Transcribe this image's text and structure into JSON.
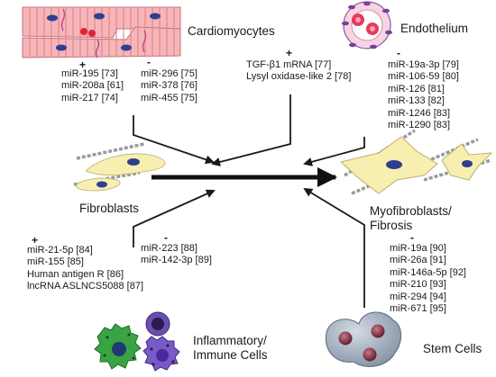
{
  "cells": {
    "cardiomyocytes": "Cardiomyocytes",
    "endothelium": "Endothelium",
    "fibroblasts": "Fibroblasts",
    "myofibroblasts": [
      "Myofibroblasts/",
      "Fibrosis"
    ],
    "inflammatory": [
      "Inflammatory/",
      "Immune Cells"
    ],
    "stem_cells": "Stem Cells"
  },
  "signs": {
    "cardio_plus": "+",
    "cardio_minus": "-",
    "center_plus": "+",
    "endo_minus": "-",
    "immune_plus": "+",
    "immune_minus": "-",
    "stem_minus": "-"
  },
  "lists": {
    "cardio_plus": [
      "miR-195 [73]",
      "miR-208a [61]",
      "miR-217 [74]"
    ],
    "cardio_minus": [
      "miR-296 [75]",
      "miR-378 [76]",
      "miR-455 [75]"
    ],
    "center_plus": [
      "TGF-β1 mRNA [77]",
      "Lysyl oxidase-like 2 [78]"
    ],
    "endo_minus": [
      "miR-19a-3p [79]",
      "miR-106-59 [80]",
      "miR-126 [81]",
      "miR-133 [82]",
      "miR-1246 [83]",
      "miR-1290 [83]"
    ],
    "immune_plus": [
      "miR-21-5p [84]",
      "miR-155 [85]",
      "Human antigen R [86]",
      "lncRNA ASLNCS5088 [87]"
    ],
    "immune_minus": [
      "miR-223 [88]",
      "miR-142-3p [89]"
    ],
    "stem_minus": [
      "miR-19a [90]",
      "miR-26a [91]",
      "miR-146a-5p [92]",
      "miR-210 [93]",
      "miR-294 [94]",
      "miR-671 [95]"
    ]
  },
  "icons": [
    "cardiomyocyte-icon",
    "endothelial-cell-icon",
    "fibroblast-icon",
    "myofibroblast-icon",
    "immune-cells-icon",
    "stem-cells-icon"
  ],
  "colors": {
    "muscle": "#f4b6b9",
    "muscle_stripe": "#e5808a",
    "cell_body": "#f6efb0",
    "nucleus": "#2f3f8f",
    "endo_fill": "#f8d3e2",
    "immune_green": "#3aa344",
    "immune_purple": "#6a4fb0",
    "stem_fill": "#9aa8b7",
    "stem_nucleus": "#7a2a3a",
    "fiber": "#9a9a9a"
  }
}
